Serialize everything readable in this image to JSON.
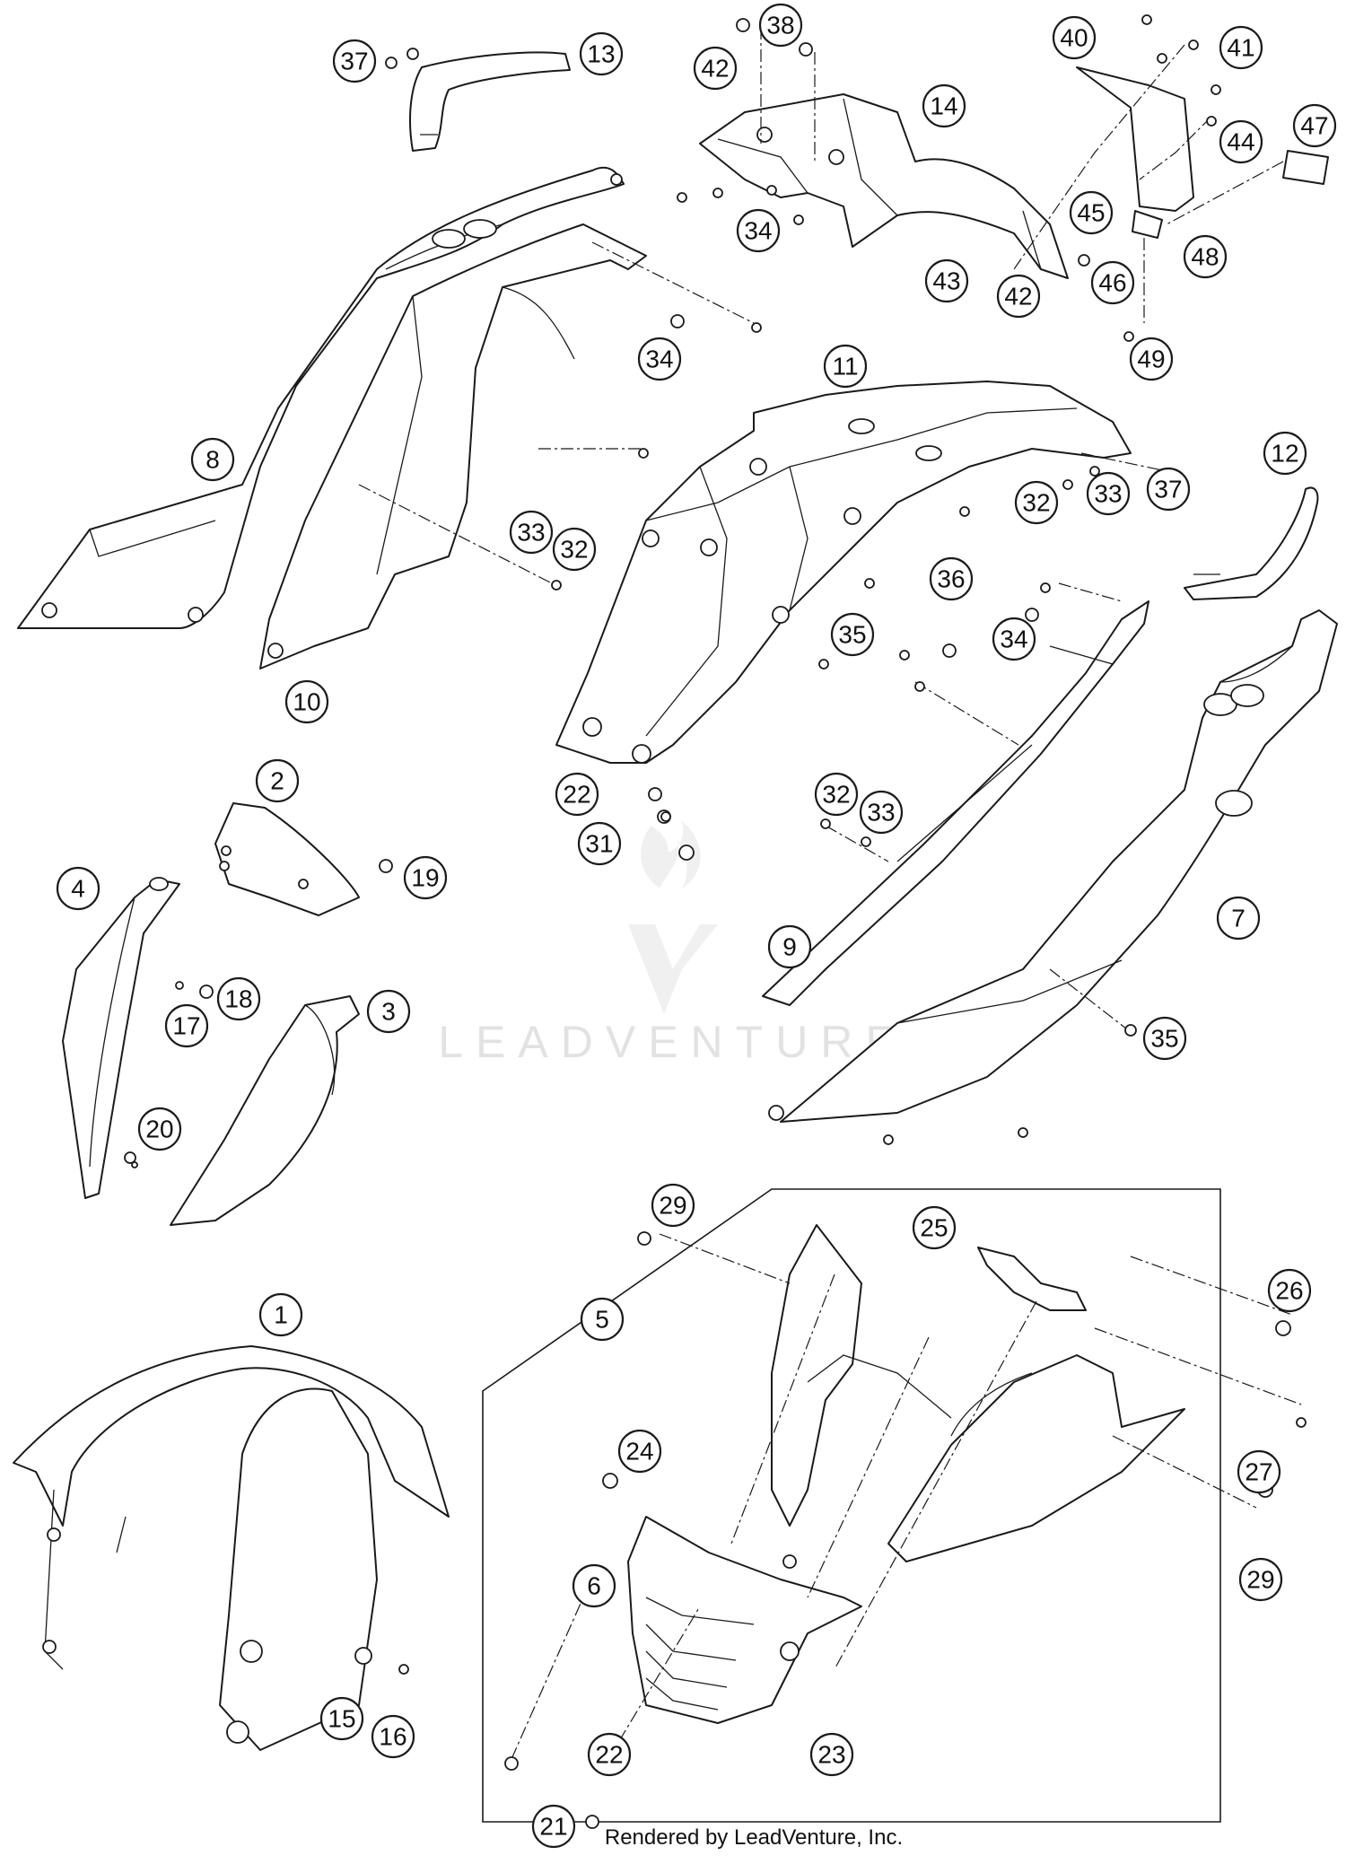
{
  "watermark": {
    "text": "LEADVENTURE"
  },
  "footer": {
    "text": "Rendered by LeadVenture, Inc."
  },
  "callouts": [
    {
      "label": "37"
    },
    {
      "label": "13"
    },
    {
      "label": "38"
    },
    {
      "label": "42"
    },
    {
      "label": "14"
    },
    {
      "label": "40"
    },
    {
      "label": "41"
    },
    {
      "label": "44"
    },
    {
      "label": "47"
    },
    {
      "label": "45"
    },
    {
      "label": "46"
    },
    {
      "label": "48"
    },
    {
      "label": "43"
    },
    {
      "label": "42"
    },
    {
      "label": "34"
    },
    {
      "label": "34"
    },
    {
      "label": "49"
    },
    {
      "label": "8"
    },
    {
      "label": "11"
    },
    {
      "label": "12"
    },
    {
      "label": "37"
    },
    {
      "label": "32"
    },
    {
      "label": "33"
    },
    {
      "label": "33"
    },
    {
      "label": "32"
    },
    {
      "label": "36"
    },
    {
      "label": "35"
    },
    {
      "label": "34"
    },
    {
      "label": "10"
    },
    {
      "label": "2"
    },
    {
      "label": "22"
    },
    {
      "label": "32"
    },
    {
      "label": "33"
    },
    {
      "label": "31"
    },
    {
      "label": "4"
    },
    {
      "label": "19"
    },
    {
      "label": "9"
    },
    {
      "label": "7"
    },
    {
      "label": "18"
    },
    {
      "label": "17"
    },
    {
      "label": "3"
    },
    {
      "label": "35"
    },
    {
      "label": "20"
    },
    {
      "label": "29"
    },
    {
      "label": "25"
    },
    {
      "label": "1"
    },
    {
      "label": "5"
    },
    {
      "label": "26"
    },
    {
      "label": "24"
    },
    {
      "label": "27"
    },
    {
      "label": "6"
    },
    {
      "label": "29"
    },
    {
      "label": "15"
    },
    {
      "label": "16"
    },
    {
      "label": "22"
    },
    {
      "label": "23"
    },
    {
      "label": "21"
    }
  ]
}
